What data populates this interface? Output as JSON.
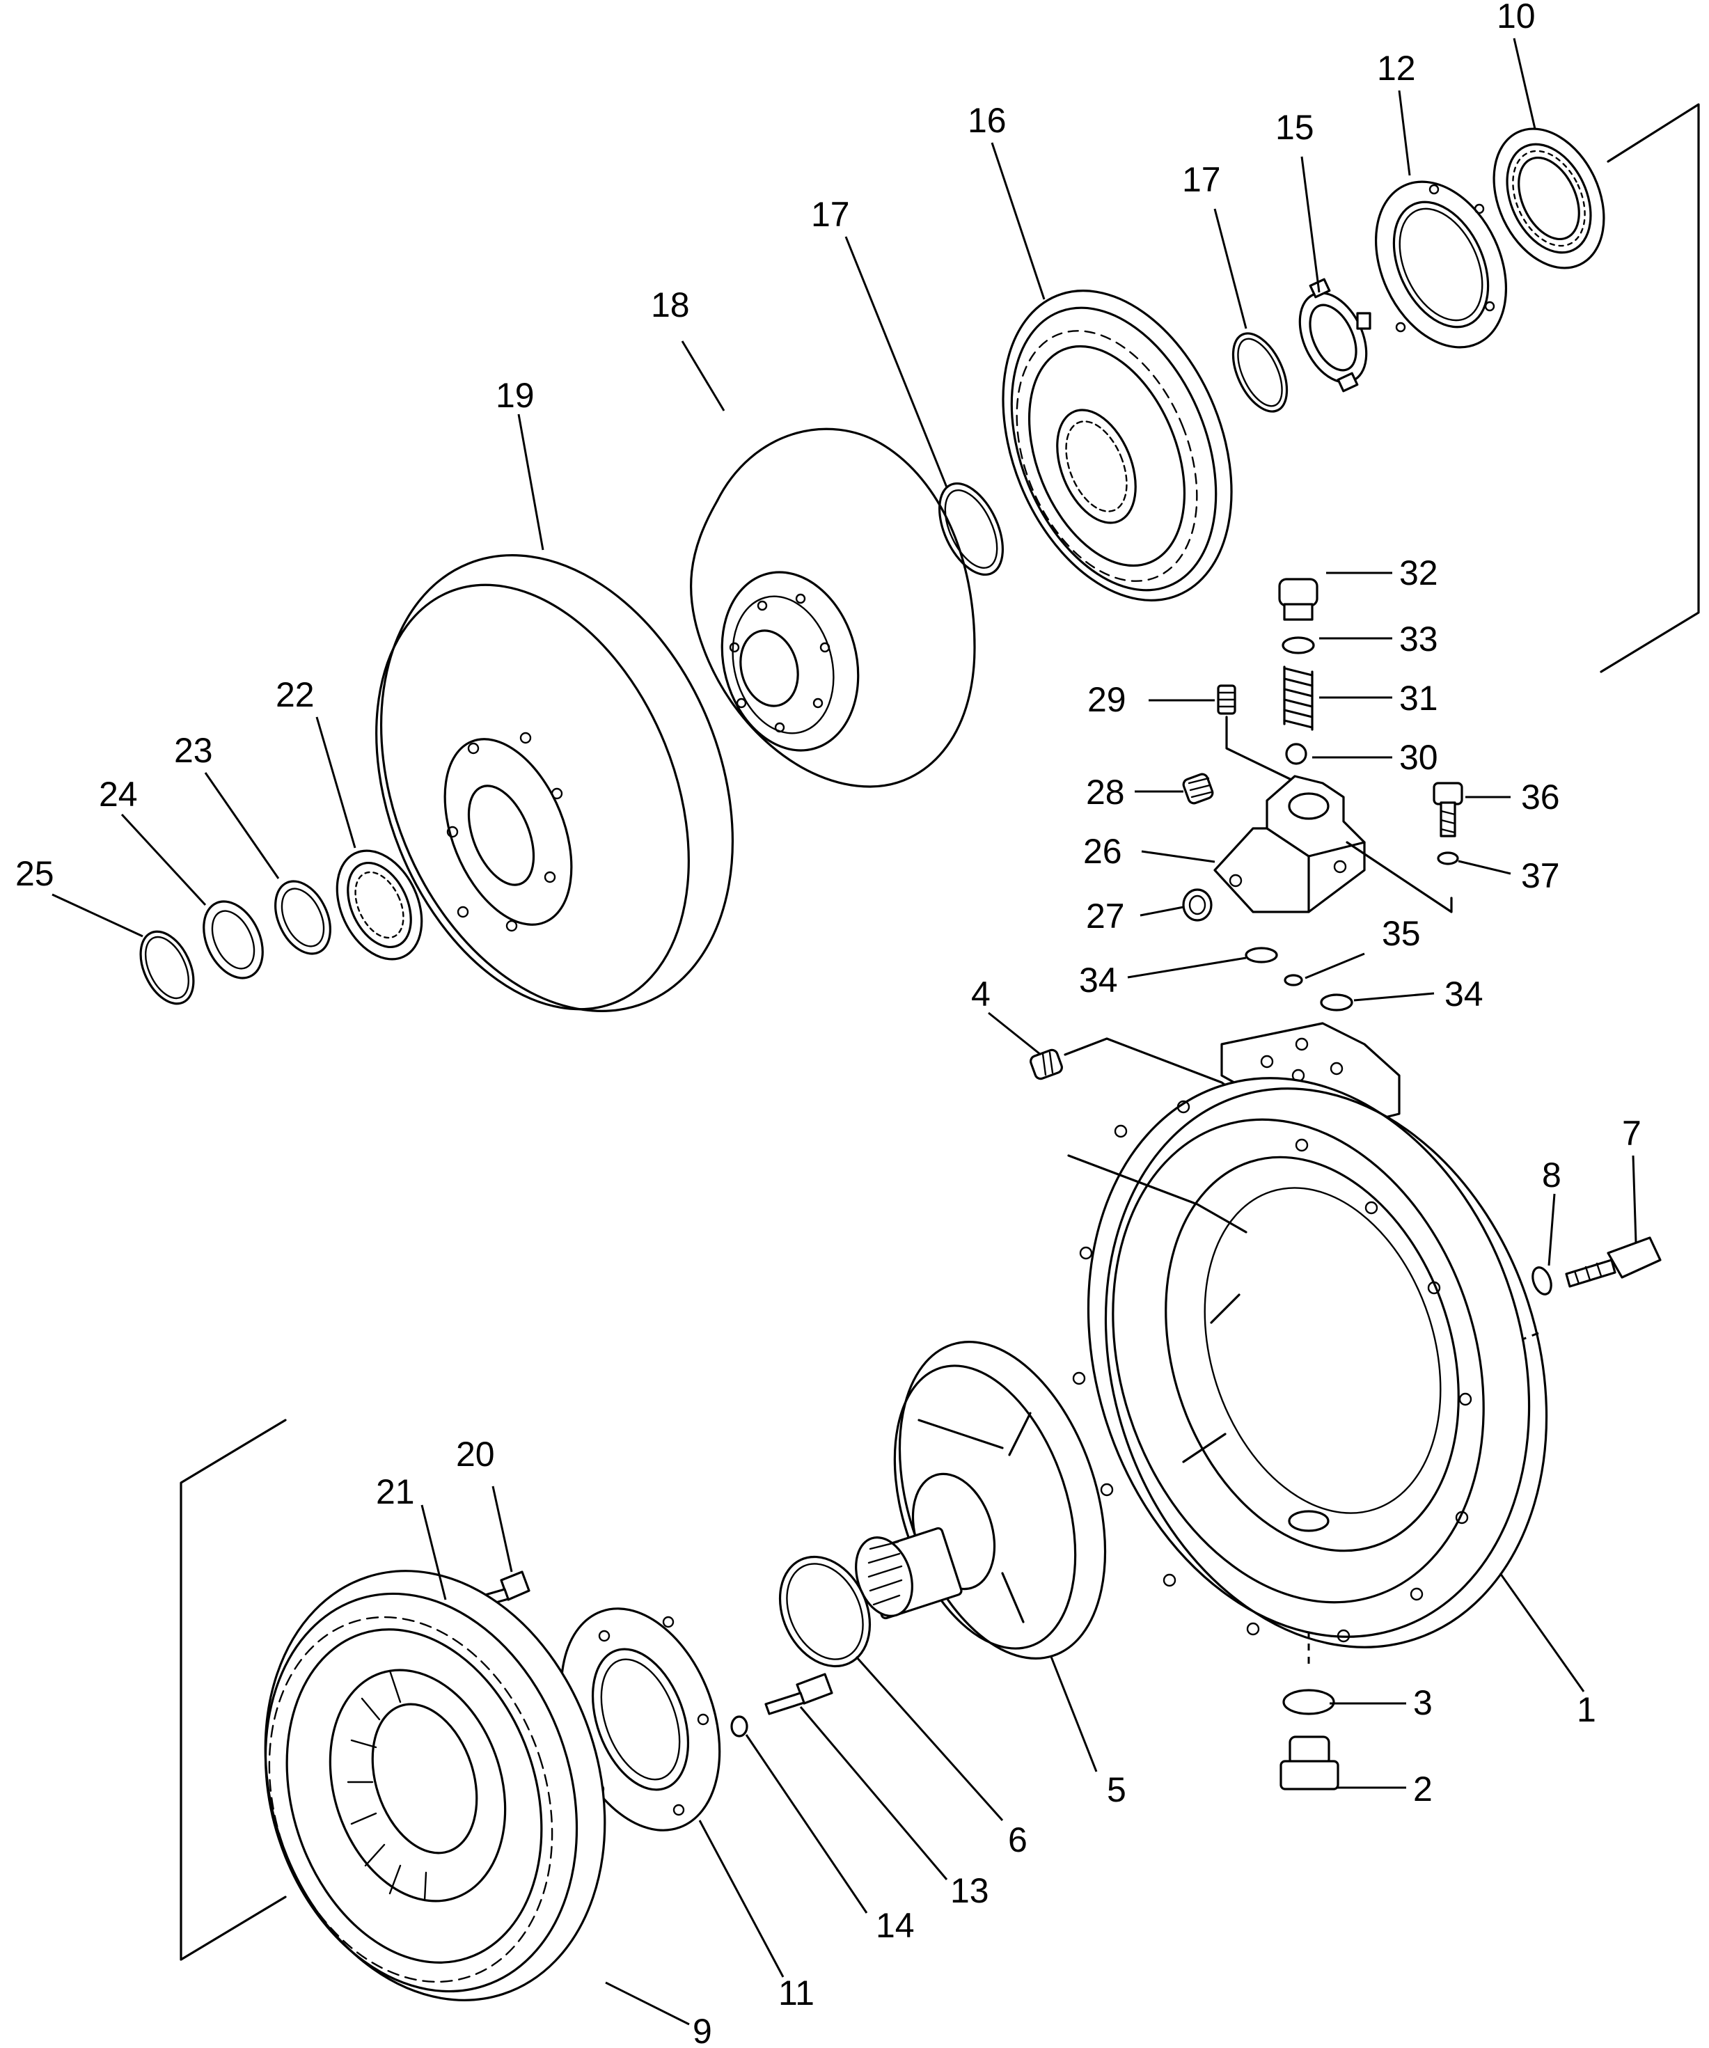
{
  "callouts": {
    "p1": "1",
    "p2": "2",
    "p3": "3",
    "p4": "4",
    "p5": "5",
    "p6": "6",
    "p7": "7",
    "p8": "8",
    "p9": "9",
    "p10": "10",
    "p11": "11",
    "p12": "12",
    "p13": "13",
    "p14": "14",
    "p15": "15",
    "p16": "16",
    "p17a": "17",
    "p17b": "17",
    "p18": "18",
    "p19": "19",
    "p20": "20",
    "p21": "21",
    "p22": "22",
    "p23": "23",
    "p24": "24",
    "p25": "25",
    "p26": "26",
    "p27": "27",
    "p28": "28",
    "p29": "29",
    "p30": "30",
    "p31": "31",
    "p32": "32",
    "p33": "33",
    "p34a": "34",
    "p34b": "34",
    "p35": "35",
    "p36": "36",
    "p37": "37"
  }
}
